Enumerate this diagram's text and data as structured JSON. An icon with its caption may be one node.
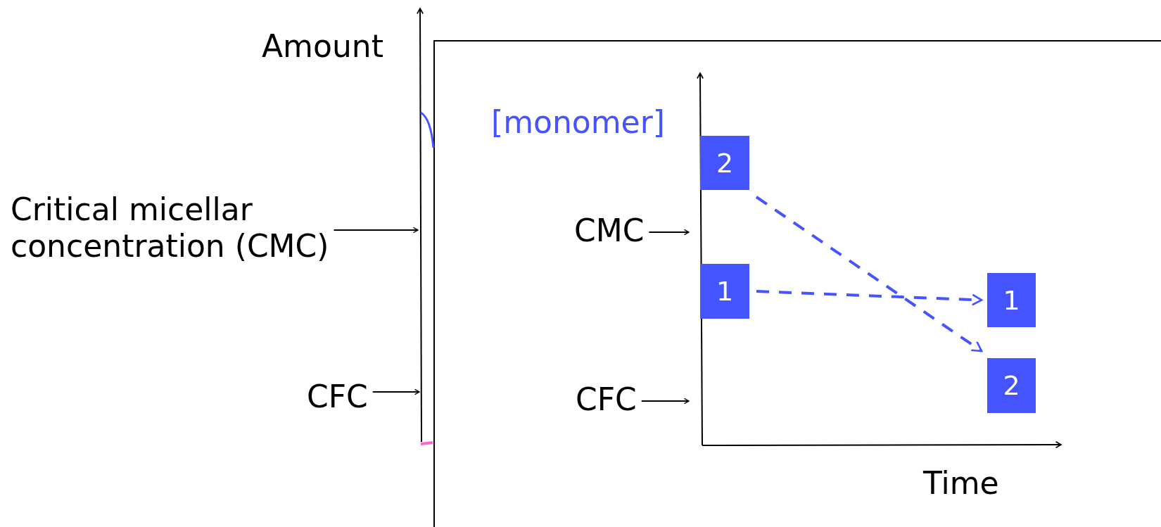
{
  "diagram": {
    "nodes": [
      {
        "text": [
          "Critical micellar concentration (CMC)"
        ]
      },
      {
        "text": [
          "CFC"
        ]
      },
      {
        "text": [
          "2"
        ]
      },
      {
        "text": [
          "CMC"
        ]
      },
      {
        "text": [
          "1"
        ]
      },
      {
        "text": [
          "CFC"
        ]
      },
      {
        "text": [
          "1"
        ]
      },
      {
        "text": [
          "2"
        ]
      }
    ],
    "edges": [
      {
        "from": 0,
        "to": null,
        "arrow": "to"
      },
      {
        "from": 1,
        "to": null,
        "arrow": "to"
      },
      {
        "from": 3,
        "to": null,
        "arrow": "to"
      },
      {
        "from": 5,
        "to": null,
        "arrow": "to"
      },
      {
        "from": 4,
        "to": 6,
        "arrow": "to",
        "style": "dashed",
        "color": "#4455ff"
      },
      {
        "from": 2,
        "to": 7,
        "arrow": "to",
        "style": "dashed",
        "color": "#4455ff"
      }
    ],
    "labels": [
      "Amount",
      "[monomer]",
      "Time"
    ]
  }
}
